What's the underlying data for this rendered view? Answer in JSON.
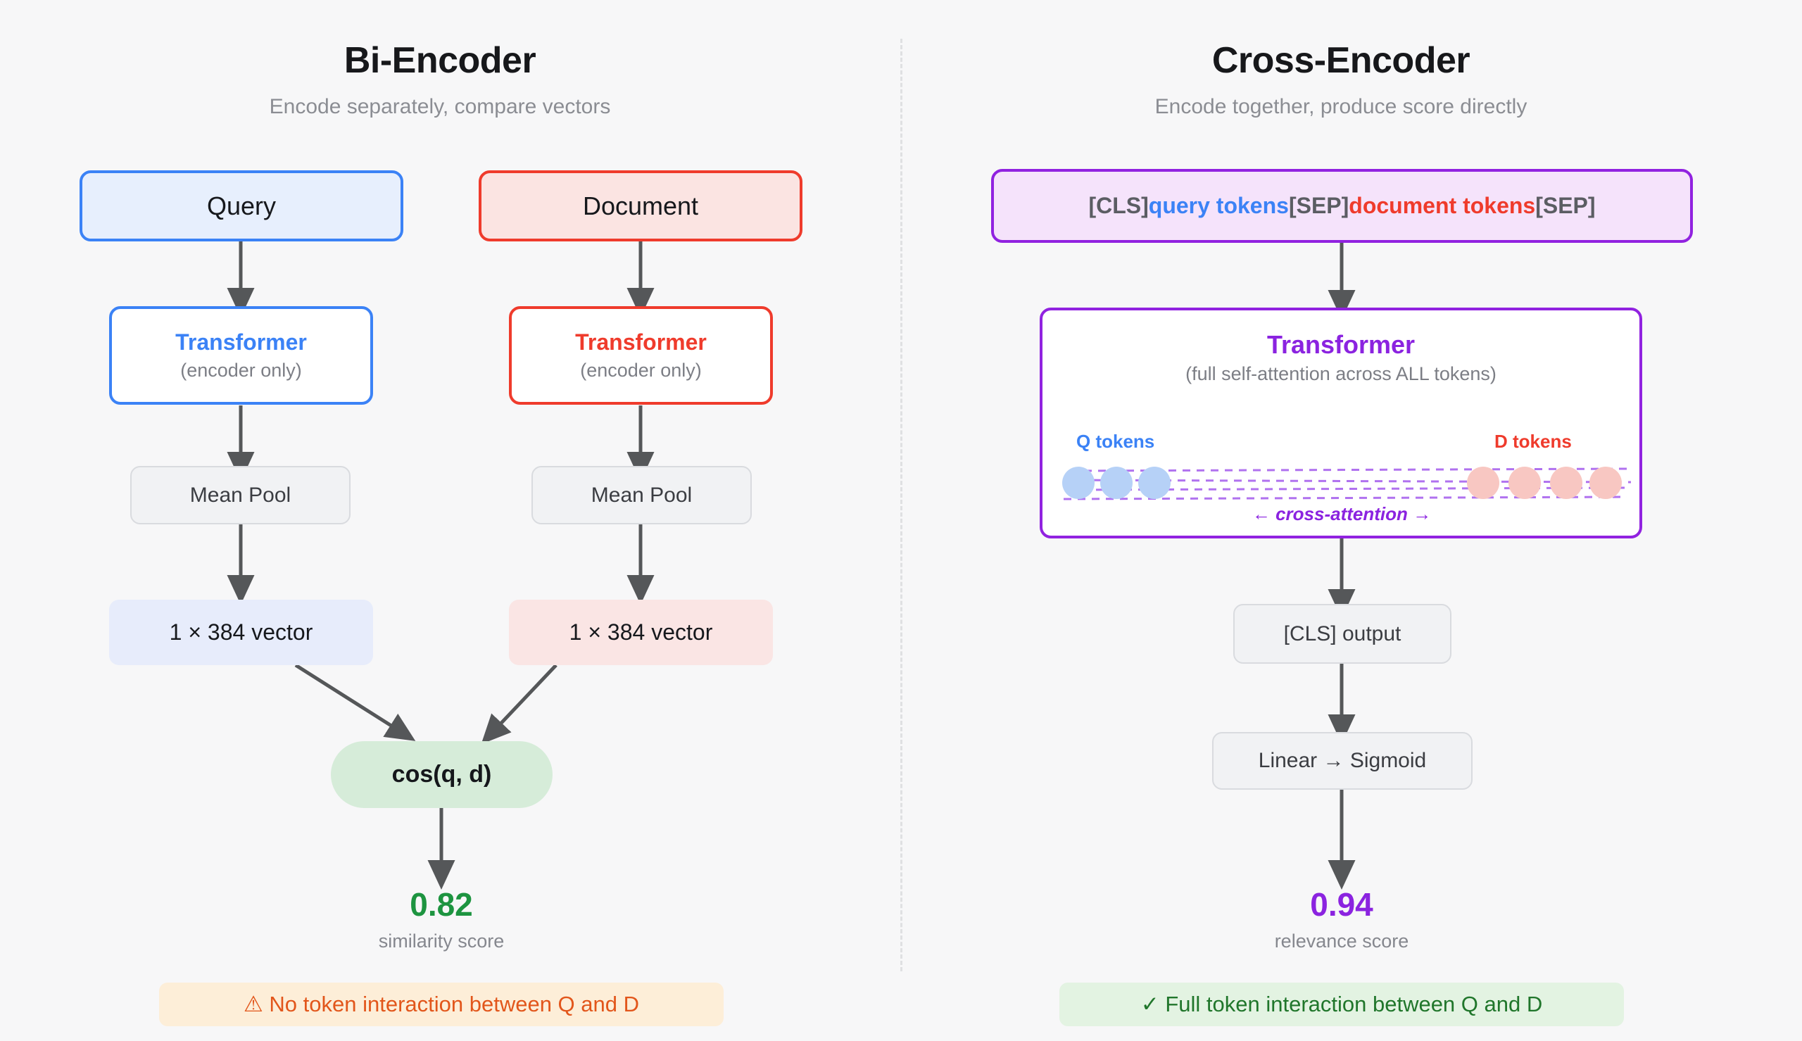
{
  "left": {
    "title": "Bi-Encoder",
    "subtitle": "Encode separately, compare vectors",
    "query_box": "Query",
    "document_box": "Document",
    "transformer_q": {
      "title": "Transformer",
      "subtitle": "(encoder only)"
    },
    "transformer_d": {
      "title": "Transformer",
      "subtitle": "(encoder only)"
    },
    "mean_pool_q": "Mean Pool",
    "mean_pool_d": "Mean Pool",
    "vector_q": "1 × 384 vector",
    "vector_d": "1 × 384 vector",
    "cos_pill": "cos(q, d)",
    "score": "0.82",
    "score_label": "similarity score",
    "banner": "⚠ No token interaction between Q and D"
  },
  "right": {
    "title": "Cross-Encoder",
    "subtitle": "Encode together, produce score directly",
    "token_string": {
      "cls_open": "[CLS]",
      "query_tokens": "query tokens",
      "sep_mid": "[SEP]",
      "document_tokens": "document tokens",
      "sep_end": "[SEP]"
    },
    "transformer": {
      "title": "Transformer",
      "subtitle": "(full self-attention across ALL tokens)",
      "q_tokens_label": "Q tokens",
      "d_tokens_label": "D tokens",
      "cross_attention_label": "← cross-attention →",
      "q_token_count": 3,
      "d_token_count": 4
    },
    "cls_output": "[CLS] output",
    "linear_sigmoid": "Linear → Sigmoid",
    "score": "0.94",
    "score_label": "relevance score",
    "banner": "✓ Full token interaction between Q and D"
  },
  "colors": {
    "blue": "#3b82f6",
    "red": "#ef3b2c",
    "purple": "#9122e0",
    "green": "#1d9440",
    "orange": "#e2561b",
    "arrow_gray": "#555759",
    "background": "#f7f7f8"
  }
}
